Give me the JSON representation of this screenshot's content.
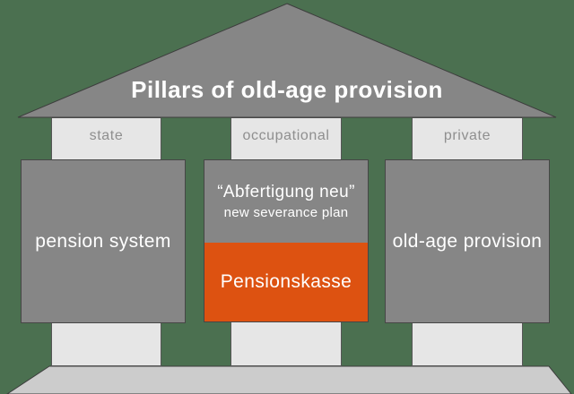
{
  "title": "Pillars of old-age provision",
  "pillars": [
    {
      "label": "state"
    },
    {
      "label": "occupational"
    },
    {
      "label": "private"
    }
  ],
  "boxes": {
    "state": {
      "text": "pension system"
    },
    "occupational": {
      "line1": "“Abfertigung neu”",
      "line2": "new severance plan",
      "highlight": "Pensionskasse"
    },
    "private": {
      "text": "old-age provision"
    }
  },
  "colors": {
    "background": "#4b7050",
    "roof": "#868686",
    "box_gray": "#868686",
    "pillar": "#e6e6e6",
    "foundation": "#cccccc",
    "accent_orange": "#dd5211",
    "pillar_label_text": "#8f8f8f",
    "box_text": "#ffffff",
    "outline": "#3d3d3d"
  }
}
